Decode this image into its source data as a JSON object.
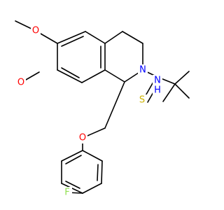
{
  "atoms": {
    "o_top": {
      "label": "O",
      "color": "#ff0000"
    },
    "o_left": {
      "label": "O",
      "color": "#ff0000"
    },
    "n_ring": {
      "label": "N",
      "color": "#0000ff"
    },
    "nh": {
      "label": "N",
      "color": "#0000ff"
    },
    "nh_h": {
      "label": "H",
      "color": "#0000ff"
    },
    "s": {
      "label": "S",
      "color": "#ccb300"
    },
    "o_ether": {
      "label": "O",
      "color": "#ff0000"
    },
    "f": {
      "label": "F",
      "color": "#90e050"
    }
  }
}
